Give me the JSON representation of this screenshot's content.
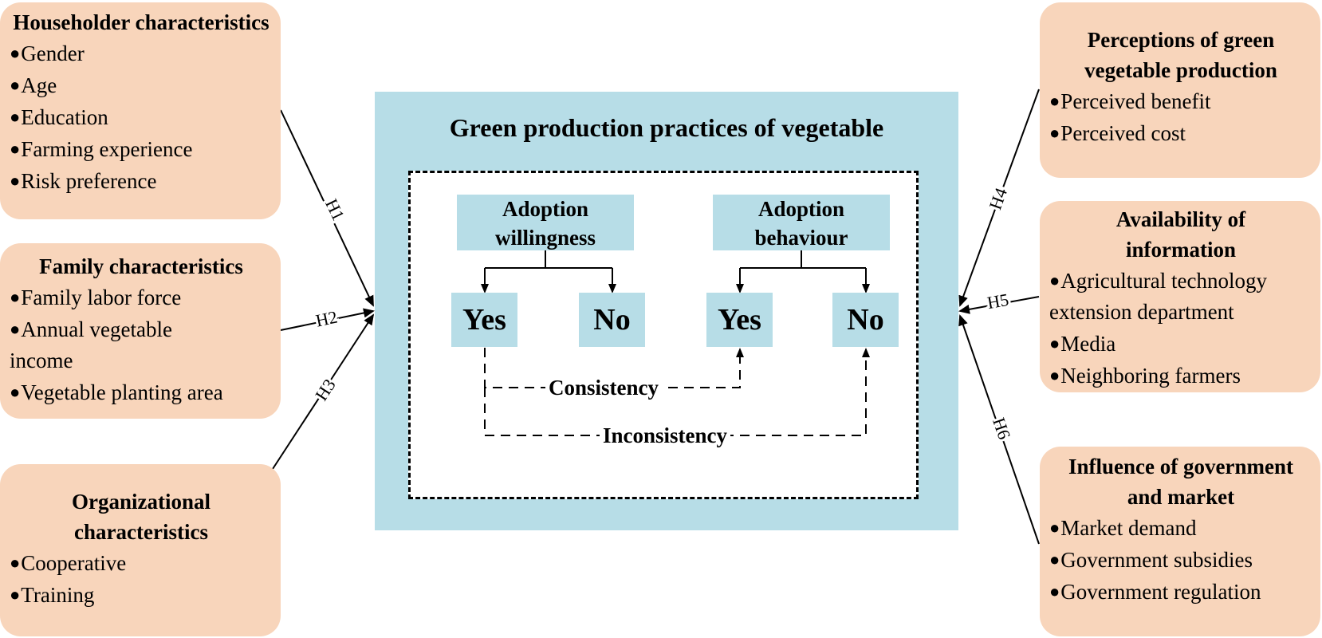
{
  "left_factors": [
    {
      "id": "householder",
      "title": "Householder characteristics",
      "items": [
        "Gender",
        "Age",
        "Education",
        "Farming experience",
        "Risk preference"
      ]
    },
    {
      "id": "family",
      "title": "Family characteristics",
      "items": [
        "Family labor force",
        "Annual vegetable income",
        "Vegetable planting area"
      ]
    },
    {
      "id": "organizational",
      "title": "Organizational characteristics",
      "items": [
        "Cooperative",
        "Training"
      ]
    }
  ],
  "right_factors": [
    {
      "id": "perceptions",
      "title": "Perceptions of green vegetable production",
      "items": [
        "Perceived benefit",
        "Perceived cost"
      ]
    },
    {
      "id": "information",
      "title": "Availability of information",
      "items": [
        "Agricultural technology extension department",
        "Media",
        "Neighboring farmers"
      ]
    },
    {
      "id": "government",
      "title": "Influence of government and market",
      "items": [
        "Market demand",
        "Government subsidies",
        "Government regulation"
      ]
    }
  ],
  "center": {
    "title": "Green production practices of vegetable",
    "willingness": {
      "label": "Adoption willingness",
      "yes": "Yes",
      "no": "No"
    },
    "behaviour": {
      "label": "Adoption behaviour",
      "yes": "Yes",
      "no": "No"
    },
    "consistency": "Consistency",
    "inconsistency": "Inconsistency"
  },
  "hypotheses": [
    "H1",
    "H2",
    "H3",
    "H4",
    "H5",
    "H6"
  ],
  "colors": {
    "factor_fill": "#f8d5bb",
    "center_fill": "#b7dde7"
  }
}
